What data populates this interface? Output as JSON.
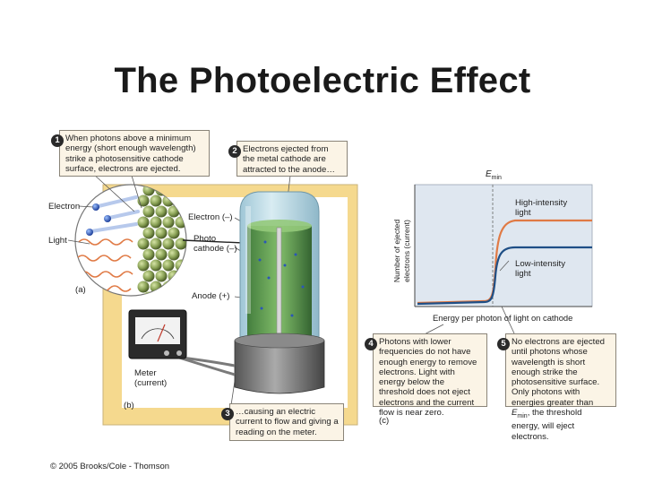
{
  "title": "The Photoelectric Effect",
  "callouts": {
    "c1": {
      "number": "1",
      "text": "When photons above a minimum energy (short enough wavelength) strike a photosensitive cathode surface, electrons are ejected."
    },
    "c2": {
      "number": "2",
      "text": "Electrons ejected from the metal cathode are attracted to the anode…"
    },
    "c3": {
      "number": "3",
      "text": "…causing an electric current to flow and giving a reading on the meter."
    },
    "c4": {
      "number": "4",
      "text": "Photons with lower frequencies do not have enough energy to remove electrons. Light with energy below the threshold does not eject electrons and the current flow is near zero."
    },
    "c5": {
      "number": "5",
      "text_before": "No electrons are ejected until photons whose wavelength is short enough strike the photosensitive surface. Only photons with energies greater than ",
      "emin_E": "E",
      "emin_sub": "min",
      "text_after": ", the threshold energy, will eject electrons."
    }
  },
  "apparatus": {
    "electron_label": "Electron",
    "light_label": "Light",
    "panel_a": "(a)",
    "panel_b": "(b)",
    "electron_minus": "Electron (–)",
    "photo_cathode_1": "Photo",
    "photo_cathode_2": "cathode (–)",
    "anode": "Anode (+)",
    "meter_1": "Meter",
    "meter_2": "(current)"
  },
  "graph": {
    "emin_E": "E",
    "emin_sub": "min",
    "ylabel_1": "Number of ejected",
    "ylabel_2": "electrons (current)",
    "xlabel": "Energy per photon of light on cathode",
    "high_1": "High-intensity",
    "high_2": "light",
    "low_1": "Low-intensity",
    "low_2": "light",
    "panel_c": "(c)"
  },
  "colors": {
    "high_intensity": "#e07a45",
    "low_intensity": "#1f4f86",
    "panel_bg": "#f5d98e",
    "graph_bg": "#dfe7f0"
  },
  "copyright": "© 2005 Brooks/Cole - Thomson"
}
